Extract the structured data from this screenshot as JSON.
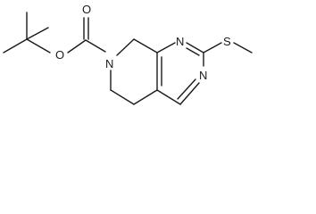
{
  "molecule": {
    "atoms": {
      "carbonyl_oxygen": "O",
      "ester_oxygen": "O",
      "ring_nitrogen": "N",
      "pyrimidine_n1": "N",
      "pyrimidine_n3": "N",
      "sulfur": "S"
    }
  }
}
